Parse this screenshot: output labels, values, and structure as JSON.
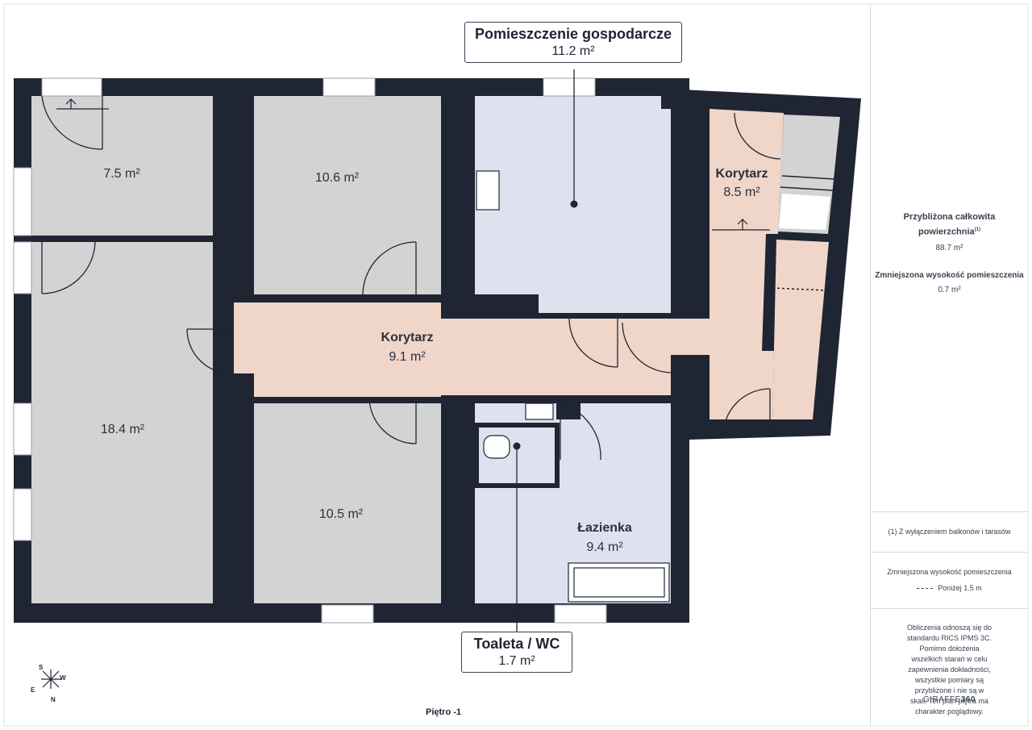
{
  "floor_label": "Piętro -1",
  "rooms": [
    {
      "area": "7.5 m²"
    },
    {
      "area": "10.6 m²"
    },
    {
      "area": "18.4 m²"
    },
    {
      "area": "10.5 m²"
    },
    {
      "name": "Korytarz",
      "area": "9.1 m²"
    },
    {
      "name": "Korytarz",
      "area": "8.5 m²"
    },
    {
      "name": "Łazienka",
      "area": "9.4 m²"
    }
  ],
  "callouts": {
    "utility": {
      "name": "Pomieszczenie gospodarcze",
      "area": "11.2 m²"
    },
    "wc": {
      "name": "Toaleta / WC",
      "area": "1.7 m²"
    }
  },
  "sidebar": {
    "total_label": "Przybliżona całkowita powierzchnia",
    "total_footnote": "(1)",
    "total_value": "88.7 m²",
    "reduced_label": "Zmniejszona wysokość pomieszczenia",
    "reduced_value": "0.7 m²",
    "footnote": "(1) Z wyłączeniem balkonów i tarasów",
    "legend_title": "Zmniejszona wysokość pomieszczenia",
    "legend_item": "Poniżej 1.5 m",
    "disclaimer": "Obliczenia odnoszą się do standardu RICS IPMS 3C. Pomimo dołożenia wszelkich starań w celu zapewnienia dokładności, wszystkie pomiary są przybliżone i nie są w skali. Ten plan piętra ma charakter poglądowy.",
    "brand_a": "GIRAFFE",
    "brand_b": "360"
  },
  "compass": {
    "n": "N",
    "s": "S",
    "e": "E",
    "w": "W"
  },
  "colors": {
    "wall": "#1f2532",
    "room_gray": "#d3d3d3",
    "corridor": "#efd6c9",
    "blue": "#dde2ee",
    "text": "#2a3040"
  }
}
